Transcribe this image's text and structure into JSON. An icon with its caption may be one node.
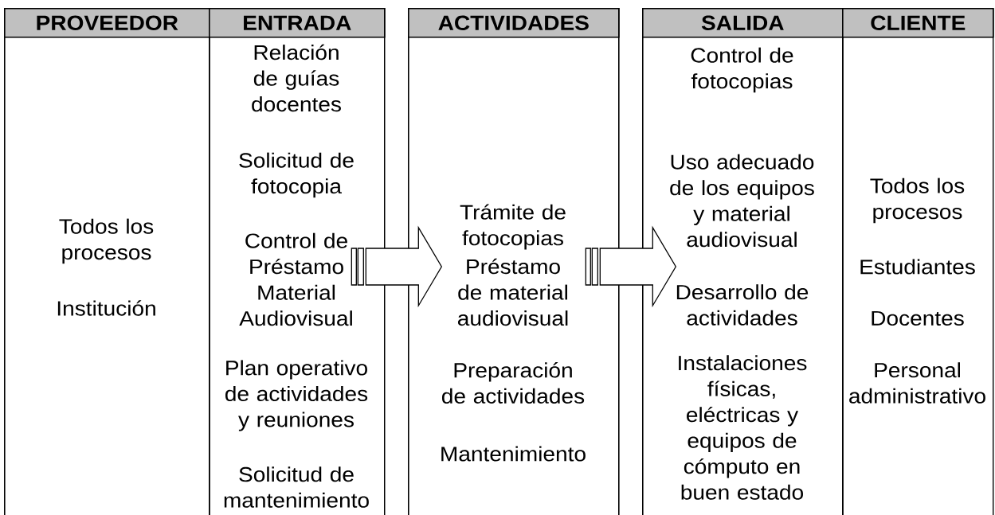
{
  "diagram": {
    "nodes": [
      {
        "text": [
          "PROVEEDOR",
          "Todos los procesos",
          "Institución"
        ]
      },
      {
        "text": [
          "ENTRADA",
          "Relación de guías docentes",
          "Solicitud de fotocopia",
          "Control de Préstamo Material Audiovisual",
          "Plan operativo de actividades y reuniones",
          "Solicitud de mantenimiento"
        ]
      },
      {
        "text": [
          "ACTIVIDADES",
          "Trámite de fotocopias",
          "Préstamo de material audiovisual",
          "Preparación de actividades",
          "Mantenimiento"
        ]
      },
      {
        "text": [
          "SALIDA",
          "Control de fotocopias",
          "Uso adecuado de los equipos y material audiovisual",
          "Desarrollo de actividades",
          "Instalaciones físicas, eléctricas y equipos de cómputo en buen estado"
        ]
      },
      {
        "text": [
          "CLIENTE",
          "Todos los procesos",
          "Estudiantes",
          "Docentes",
          "Personal administrativo"
        ]
      }
    ],
    "edges": [
      {
        "from": 1,
        "to": 2,
        "arrow": "to"
      },
      {
        "from": 2,
        "to": 3,
        "arrow": "to"
      }
    ]
  }
}
